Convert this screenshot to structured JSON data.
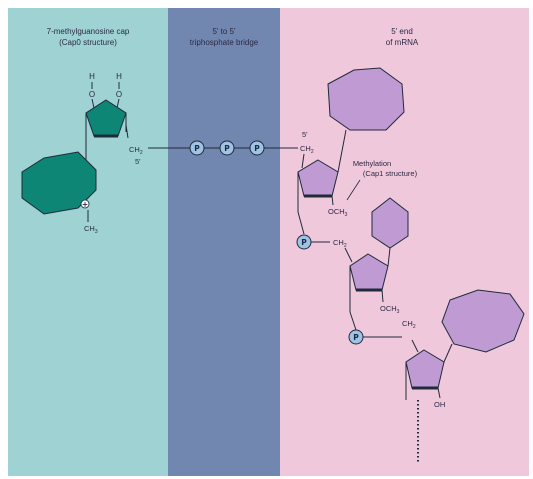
{
  "sections": {
    "cap": {
      "line1": "7-methylguanosine cap",
      "line2": "(Cap0 structure)"
    },
    "bridge": {
      "line1": "5' to 5'",
      "line2": "triphosphate bridge"
    },
    "mrna": {
      "line1": "5' end",
      "line2": "of mRNA"
    }
  },
  "cap_atoms": {
    "h_left": "H",
    "h_right": "H",
    "o_left": "O",
    "o_right": "O",
    "ch2_text": "CH",
    "ch2_sub": "2",
    "five_prime": "5'",
    "plus": "+",
    "ch3_text": "CH",
    "ch3_sub": "3"
  },
  "phosphate_label": "P",
  "mrna_atoms": {
    "five_prime": "5'",
    "ch2_1_text": "CH",
    "ch2_1_sub": "2",
    "methylation_line1": "Methylation",
    "methylation_line2": "(Cap1 structure)",
    "och3_1_text": "OCH",
    "och3_1_sub": "3",
    "ch2_2_text": "CH",
    "ch2_2_sub": "2",
    "och3_2_text": "OCH",
    "och3_2_sub": "3",
    "ch2_3_text": "CH",
    "ch2_3_sub": "2",
    "oh": "OH"
  },
  "colors": {
    "cap_panel": "#9fd3d3",
    "bridge_panel": "#7287b0",
    "mrna_panel": "#f0c8dc",
    "cap_shape": "#0e8676",
    "mrna_shape": "#c09ad2",
    "phosphate": "#9fc3e3"
  }
}
